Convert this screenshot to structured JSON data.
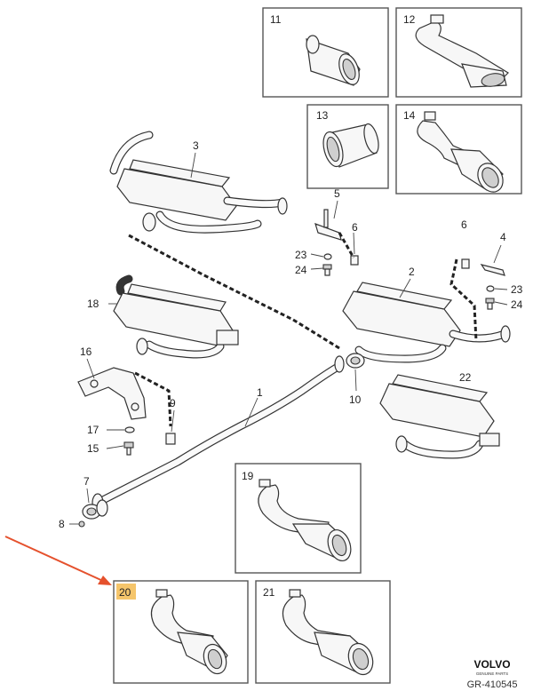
{
  "brand": {
    "name": "VOLVO",
    "subtitle": "GENUINE PARTS",
    "code": "GR-410545"
  },
  "colors": {
    "arrow": "#e5512d",
    "highlight": "#f5c56b",
    "line": "#333333"
  },
  "callouts": {
    "c1": "1",
    "c2": "2",
    "c3": "3",
    "c4": "4",
    "c5": "5",
    "c6a": "6",
    "c6b": "6",
    "c7": "7",
    "c8": "8",
    "c9": "9",
    "c10": "10",
    "c15": "15",
    "c16": "16",
    "c17": "17",
    "c18": "18",
    "c22": "22",
    "c23a": "23",
    "c23b": "23",
    "c24a": "24",
    "c24b": "24"
  },
  "insets": {
    "i11": "11",
    "i12": "12",
    "i13": "13",
    "i14": "14",
    "i19": "19",
    "i20": "20",
    "i21": "21"
  },
  "highlighted_part": "20"
}
